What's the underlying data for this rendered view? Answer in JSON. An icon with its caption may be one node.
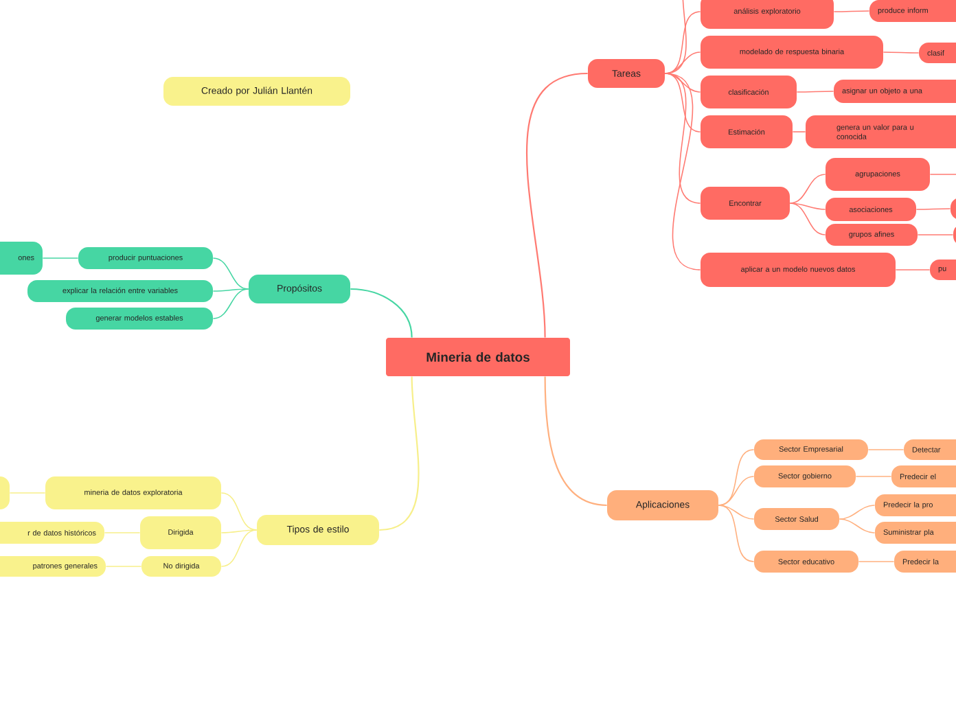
{
  "diagram": {
    "nodes": [
      {
        "text": [
          "Mineria de datos"
        ]
      },
      {
        "text": [
          "Creado por Julián Llantén"
        ]
      },
      {
        "text": [
          "Tareas"
        ]
      },
      {
        "text": [
          "análisis exploratorio"
        ]
      },
      {
        "text": [
          "produce inform"
        ]
      },
      {
        "text": [
          "modelado de respuesta binaria"
        ]
      },
      {
        "text": [
          "clasif"
        ]
      },
      {
        "text": [
          "clasificación"
        ]
      },
      {
        "text": [
          "asignar un objeto a una"
        ]
      },
      {
        "text": [
          "Estimación"
        ]
      },
      {
        "text": [
          "genera un valor  para u conocida"
        ]
      },
      {
        "text": [
          "Encontrar"
        ]
      },
      {
        "text": [
          "agrupaciones"
        ]
      },
      {
        "text": [
          "asociaciones"
        ]
      },
      {
        "text": [
          "grupos afines"
        ]
      },
      {
        "text": [
          "aplicar a un modelo nuevos datos"
        ]
      },
      {
        "text": [
          "pu"
        ]
      },
      {
        "text": [],
        "shape": "box"
      },
      {
        "text": [
          "Propósitos"
        ]
      },
      {
        "text": [
          "producir puntuaciones"
        ]
      },
      {
        "text": [
          "ones"
        ]
      },
      {
        "text": [
          "explicar la relación  entre variables"
        ]
      },
      {
        "text": [
          "generar modelos estables"
        ]
      },
      {
        "text": [
          "Tipos de estilo"
        ]
      },
      {
        "text": [
          "mineria de datos exploratoria"
        ]
      },
      {
        "text": [],
        "shape": "box"
      },
      {
        "text": [
          "Dirigida"
        ]
      },
      {
        "text": [
          "r de datos históricos"
        ]
      },
      {
        "text": [
          "No dirigida"
        ]
      },
      {
        "text": [
          "patrones generales"
        ]
      },
      {
        "text": [
          "Aplicaciones"
        ]
      },
      {
        "text": [
          "Sector Empresarial"
        ]
      },
      {
        "text": [
          "Detectar"
        ]
      },
      {
        "text": [
          "Sector gobierno"
        ]
      },
      {
        "text": [
          "Predecir el"
        ]
      },
      {
        "text": [
          "Sector Salud"
        ]
      },
      {
        "text": [
          "Predecir la pro"
        ]
      },
      {
        "text": [
          "Suministrar pla"
        ]
      },
      {
        "text": [
          "Sector educativo"
        ]
      },
      {
        "text": [
          "Predecir la"
        ]
      },
      {
        "text": [],
        "shape": "box"
      }
    ],
    "edges": [
      {
        "from": 0,
        "to": 2,
        "arrow": "none"
      },
      {
        "from": 0,
        "to": 18,
        "arrow": "none",
        "color": "#46d6a3"
      },
      {
        "from": 0,
        "to": 23,
        "arrow": "none",
        "color": "#f7ef8a"
      },
      {
        "from": 0,
        "to": 30,
        "arrow": "none",
        "color": "#ffb07f"
      },
      {
        "from": 2,
        "to": 3,
        "arrow": "none"
      },
      {
        "from": 2,
        "to": 5,
        "arrow": "none"
      },
      {
        "from": 2,
        "to": 7,
        "arrow": "none"
      },
      {
        "from": 2,
        "to": 9,
        "arrow": "none"
      },
      {
        "from": 2,
        "to": 11,
        "arrow": "none"
      },
      {
        "from": 2,
        "to": 15,
        "arrow": "none"
      },
      {
        "from": 2,
        "to": null,
        "arrow": "none"
      },
      {
        "from": 3,
        "to": 4,
        "arrow": "none"
      },
      {
        "from": 5,
        "to": 6,
        "arrow": "none"
      },
      {
        "from": 7,
        "to": 8,
        "arrow": "none"
      },
      {
        "from": 9,
        "to": 10,
        "arrow": "none"
      },
      {
        "from": 11,
        "to": 12,
        "arrow": "none"
      },
      {
        "from": 11,
        "to": 13,
        "arrow": "none"
      },
      {
        "from": 11,
        "to": 14,
        "arrow": "none"
      },
      {
        "from": 12,
        "to": null,
        "arrow": "none"
      },
      {
        "from": 13,
        "to": 17,
        "arrow": "none"
      },
      {
        "from": 14,
        "to": 40,
        "arrow": "none"
      },
      {
        "from": 15,
        "to": 16,
        "arrow": "none"
      },
      {
        "from": 18,
        "to": 19,
        "arrow": "none",
        "color": "#46d6a3"
      },
      {
        "from": 18,
        "to": 21,
        "arrow": "none",
        "color": "#46d6a3"
      },
      {
        "from": 18,
        "to": 22,
        "arrow": "none",
        "color": "#46d6a3"
      },
      {
        "from": 19,
        "to": 20,
        "arrow": "none",
        "color": "#46d6a3"
      },
      {
        "from": 23,
        "to": 24,
        "arrow": "none",
        "color": "#f7ef8a"
      },
      {
        "from": 23,
        "to": 26,
        "arrow": "none",
        "color": "#f7ef8a"
      },
      {
        "from": 23,
        "to": 28,
        "arrow": "none",
        "color": "#f7ef8a"
      },
      {
        "from": 24,
        "to": 25,
        "arrow": "none",
        "color": "#f7ef8a"
      },
      {
        "from": 26,
        "to": 27,
        "arrow": "none",
        "color": "#f7ef8a"
      },
      {
        "from": 28,
        "to": 29,
        "arrow": "none",
        "color": "#f7ef8a"
      },
      {
        "from": 30,
        "to": 31,
        "arrow": "none",
        "color": "#ffb07f"
      },
      {
        "from": 30,
        "to": 33,
        "arrow": "none",
        "color": "#ffb07f"
      },
      {
        "from": 30,
        "to": 35,
        "arrow": "none",
        "color": "#ffb07f"
      },
      {
        "from": 30,
        "to": 38,
        "arrow": "none",
        "color": "#ffb07f"
      },
      {
        "from": 31,
        "to": 32,
        "arrow": "none",
        "color": "#ffb07f"
      },
      {
        "from": 33,
        "to": 34,
        "arrow": "none",
        "color": "#ffb07f"
      },
      {
        "from": 35,
        "to": 36,
        "arrow": "none",
        "color": "#ffb07f"
      },
      {
        "from": 35,
        "to": 37,
        "arrow": "none",
        "color": "#ffb07f"
      },
      {
        "from": 38,
        "to": 39,
        "arrow": "none",
        "color": "#ffb07f"
      }
    ]
  }
}
